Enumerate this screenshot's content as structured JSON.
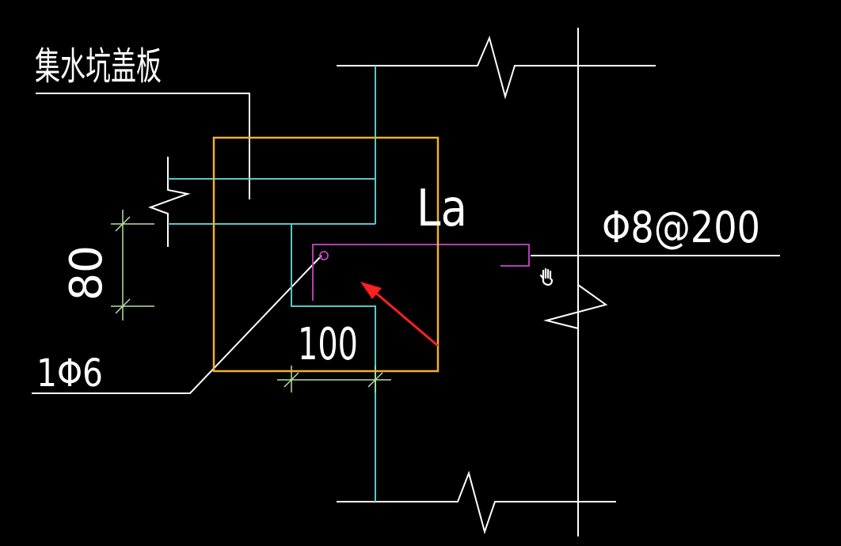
{
  "labels": {
    "cover_plate": "集水坑盖板",
    "anchorage": "La",
    "rebar_spec": "Φ8@200",
    "dim_height": "80",
    "dim_width": "100",
    "bar_callout": "1Φ6"
  },
  "colors": {
    "background": "#000000",
    "white_lines": "#ffffff",
    "cyan_lines": "#55c8c8",
    "dimension_lines": "#b8e0a0",
    "magenta_rebar": "#b83cb8",
    "highlight_box": "#f0b030",
    "red_arrow": "#ff2020"
  },
  "cursor": {
    "icon": "hand-pointer-icon"
  }
}
